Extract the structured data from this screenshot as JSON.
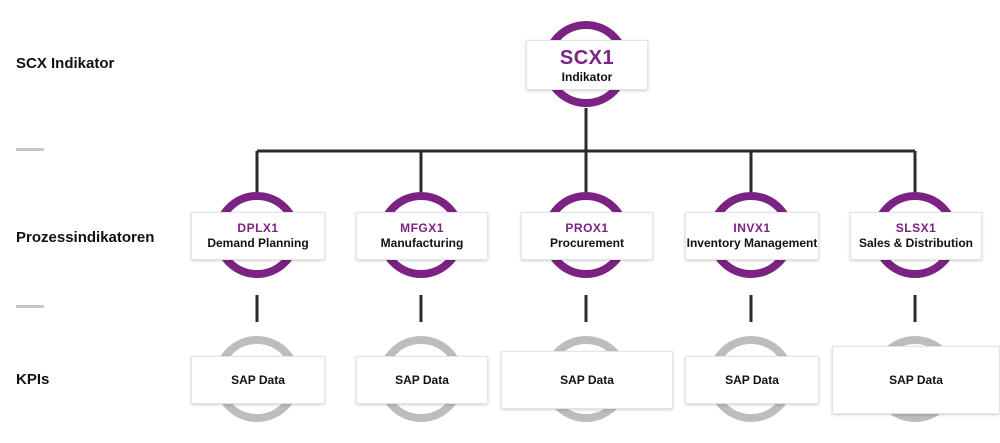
{
  "colors": {
    "accent": "#7b2282",
    "kpi_ring": "#bdbdbd",
    "connector": "#2b2b2b",
    "dash": "#c8c8c8"
  },
  "row_labels": {
    "top": "SCX Indikator",
    "middle": "Prozessindikatoren",
    "bottom": "KPIs"
  },
  "root": {
    "code": "SCX1",
    "name": "Indikator"
  },
  "processes": [
    {
      "code": "DPLX1",
      "name": "Demand Planning"
    },
    {
      "code": "MFGX1",
      "name": "Manufacturing"
    },
    {
      "code": "PROX1",
      "name": "Procurement"
    },
    {
      "code": "INVX1",
      "name": "Inventory Management"
    },
    {
      "code": "SLSX1",
      "name": "Sales & Distribution"
    }
  ],
  "kpis": [
    {
      "label": "SAP Data"
    },
    {
      "label": "SAP Data"
    },
    {
      "label": "SAP Data"
    },
    {
      "label": "SAP Data"
    },
    {
      "label": "SAP Data"
    }
  ]
}
